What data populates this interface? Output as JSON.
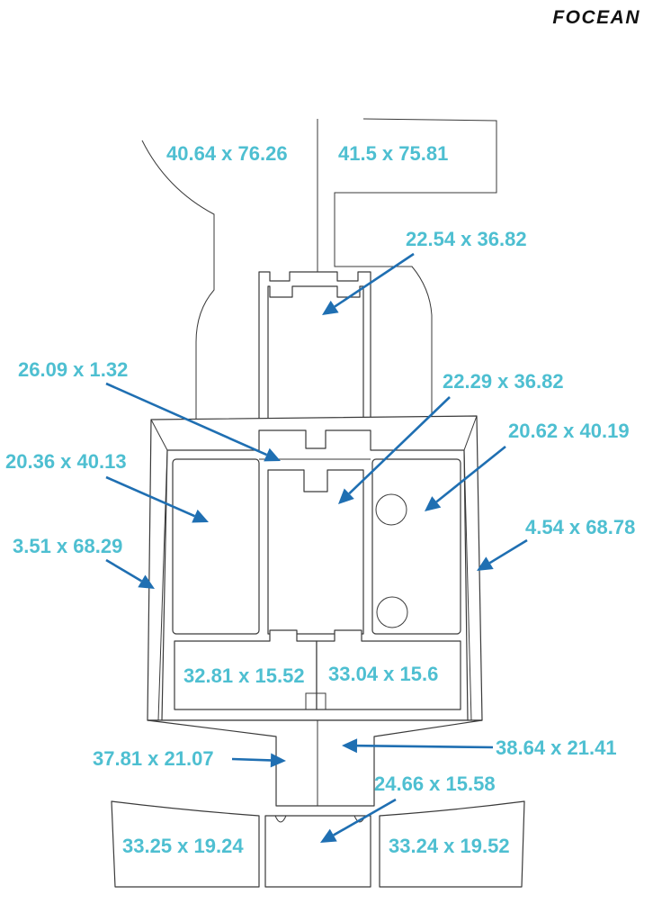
{
  "brand": "FOCEAN",
  "colors": {
    "label": "#4ebfd1",
    "arrow": "#1f6fb2",
    "outline": "#3a3a3a",
    "logo": "#111111"
  },
  "labels": {
    "tl_top": "40.64 x 76.26",
    "tr_top": "41.5 x 75.81",
    "upper_center": "22.54 x 36.82",
    "strip": "26.09 x 1.32",
    "center": "22.29 x 36.82",
    "right_inner": "20.62 x 40.19",
    "left_inner": "20.36 x 40.13",
    "left_side": "3.51 x 68.29",
    "right_side": "4.54 x 68.78",
    "bottom_left_inner": "32.81 x 15.52",
    "bottom_right_inner": "33.04 x 15.6",
    "neck_left": "37.81 x 21.07",
    "neck_right": "38.64 x 21.41",
    "small_bottom": "24.66 x 15.58",
    "pad_left": "33.25 x 19.24",
    "pad_right": "33.24 x 19.52"
  }
}
